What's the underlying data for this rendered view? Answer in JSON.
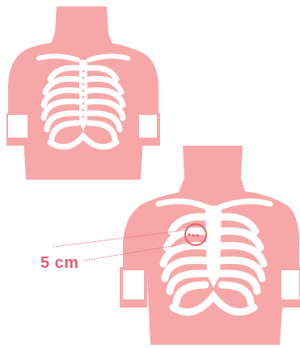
{
  "annotation": {
    "measurement_label": "5 cm"
  },
  "colors": {
    "skin": "#f7a7a7",
    "skin_shadow": "#f19c9c",
    "bone": "#ffffff",
    "accent": "#e2606e"
  },
  "figures": [
    {
      "name": "upper-torso",
      "description_label": ""
    },
    {
      "name": "lower-torso",
      "description_label": ""
    }
  ]
}
